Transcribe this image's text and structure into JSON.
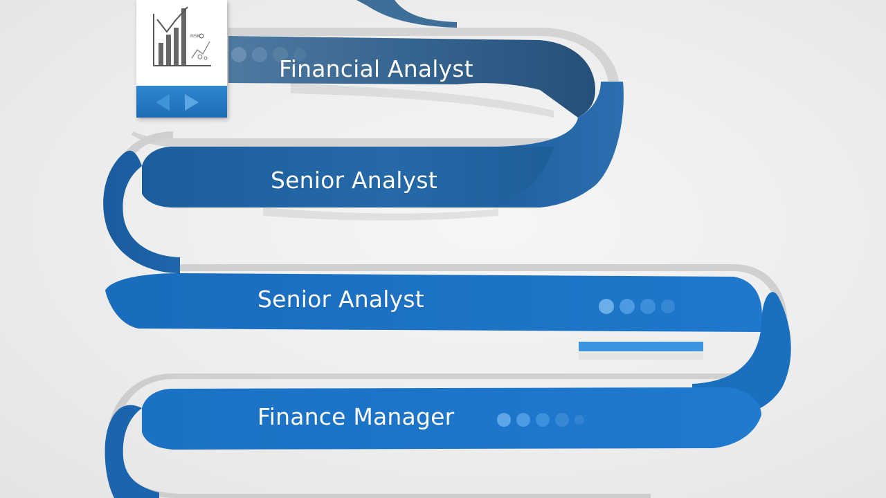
{
  "steps": [
    {
      "label": "Financial Analyst"
    },
    {
      "label": "Senior Analyst"
    },
    {
      "label": "Senior Analyst"
    },
    {
      "label": "Finance Manager"
    }
  ],
  "card": {
    "icon": "growth-chart-icon"
  },
  "colors": {
    "ribbon_dark": "#2b5f8f",
    "ribbon_mid": "#1f6fb5",
    "ribbon_bright": "#1a78cc",
    "silver": "#c9c9c9",
    "progress_bar": "#3a95e0",
    "background": "#efefef"
  }
}
